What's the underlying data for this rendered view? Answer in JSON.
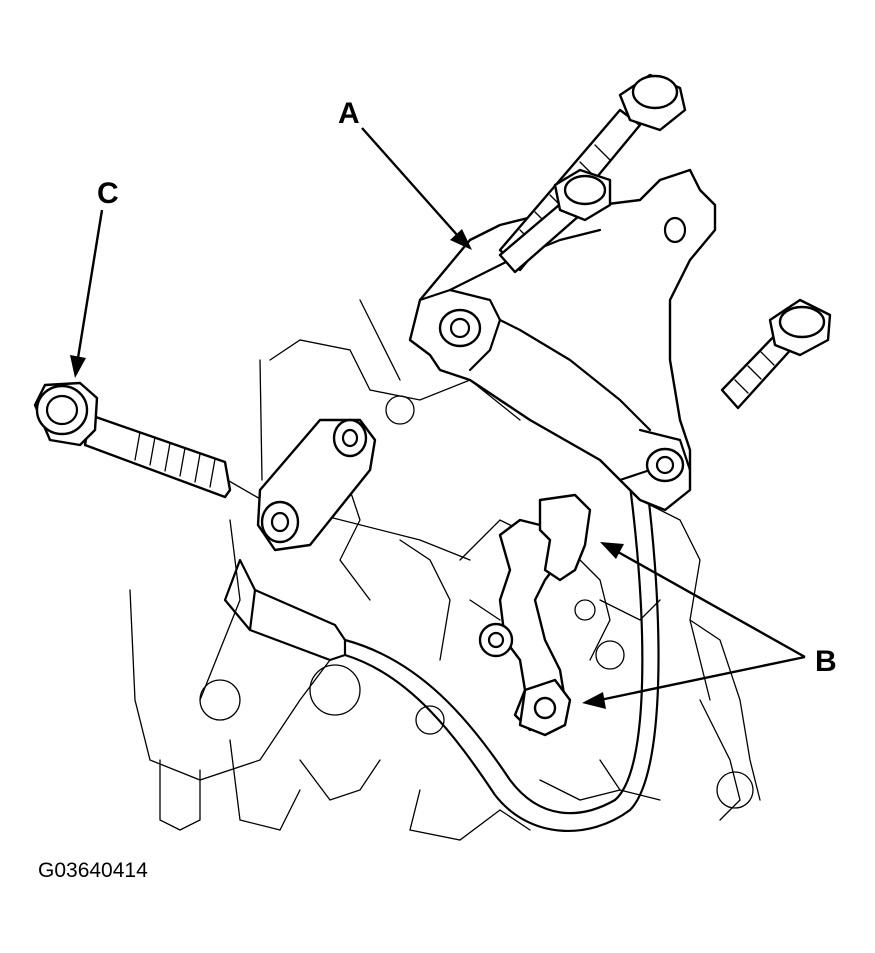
{
  "callouts": {
    "a": "A",
    "b": "B",
    "c": "C"
  },
  "figure_code": "G03640414",
  "icons": [
    "bracket",
    "bolt",
    "clamp",
    "hose"
  ]
}
